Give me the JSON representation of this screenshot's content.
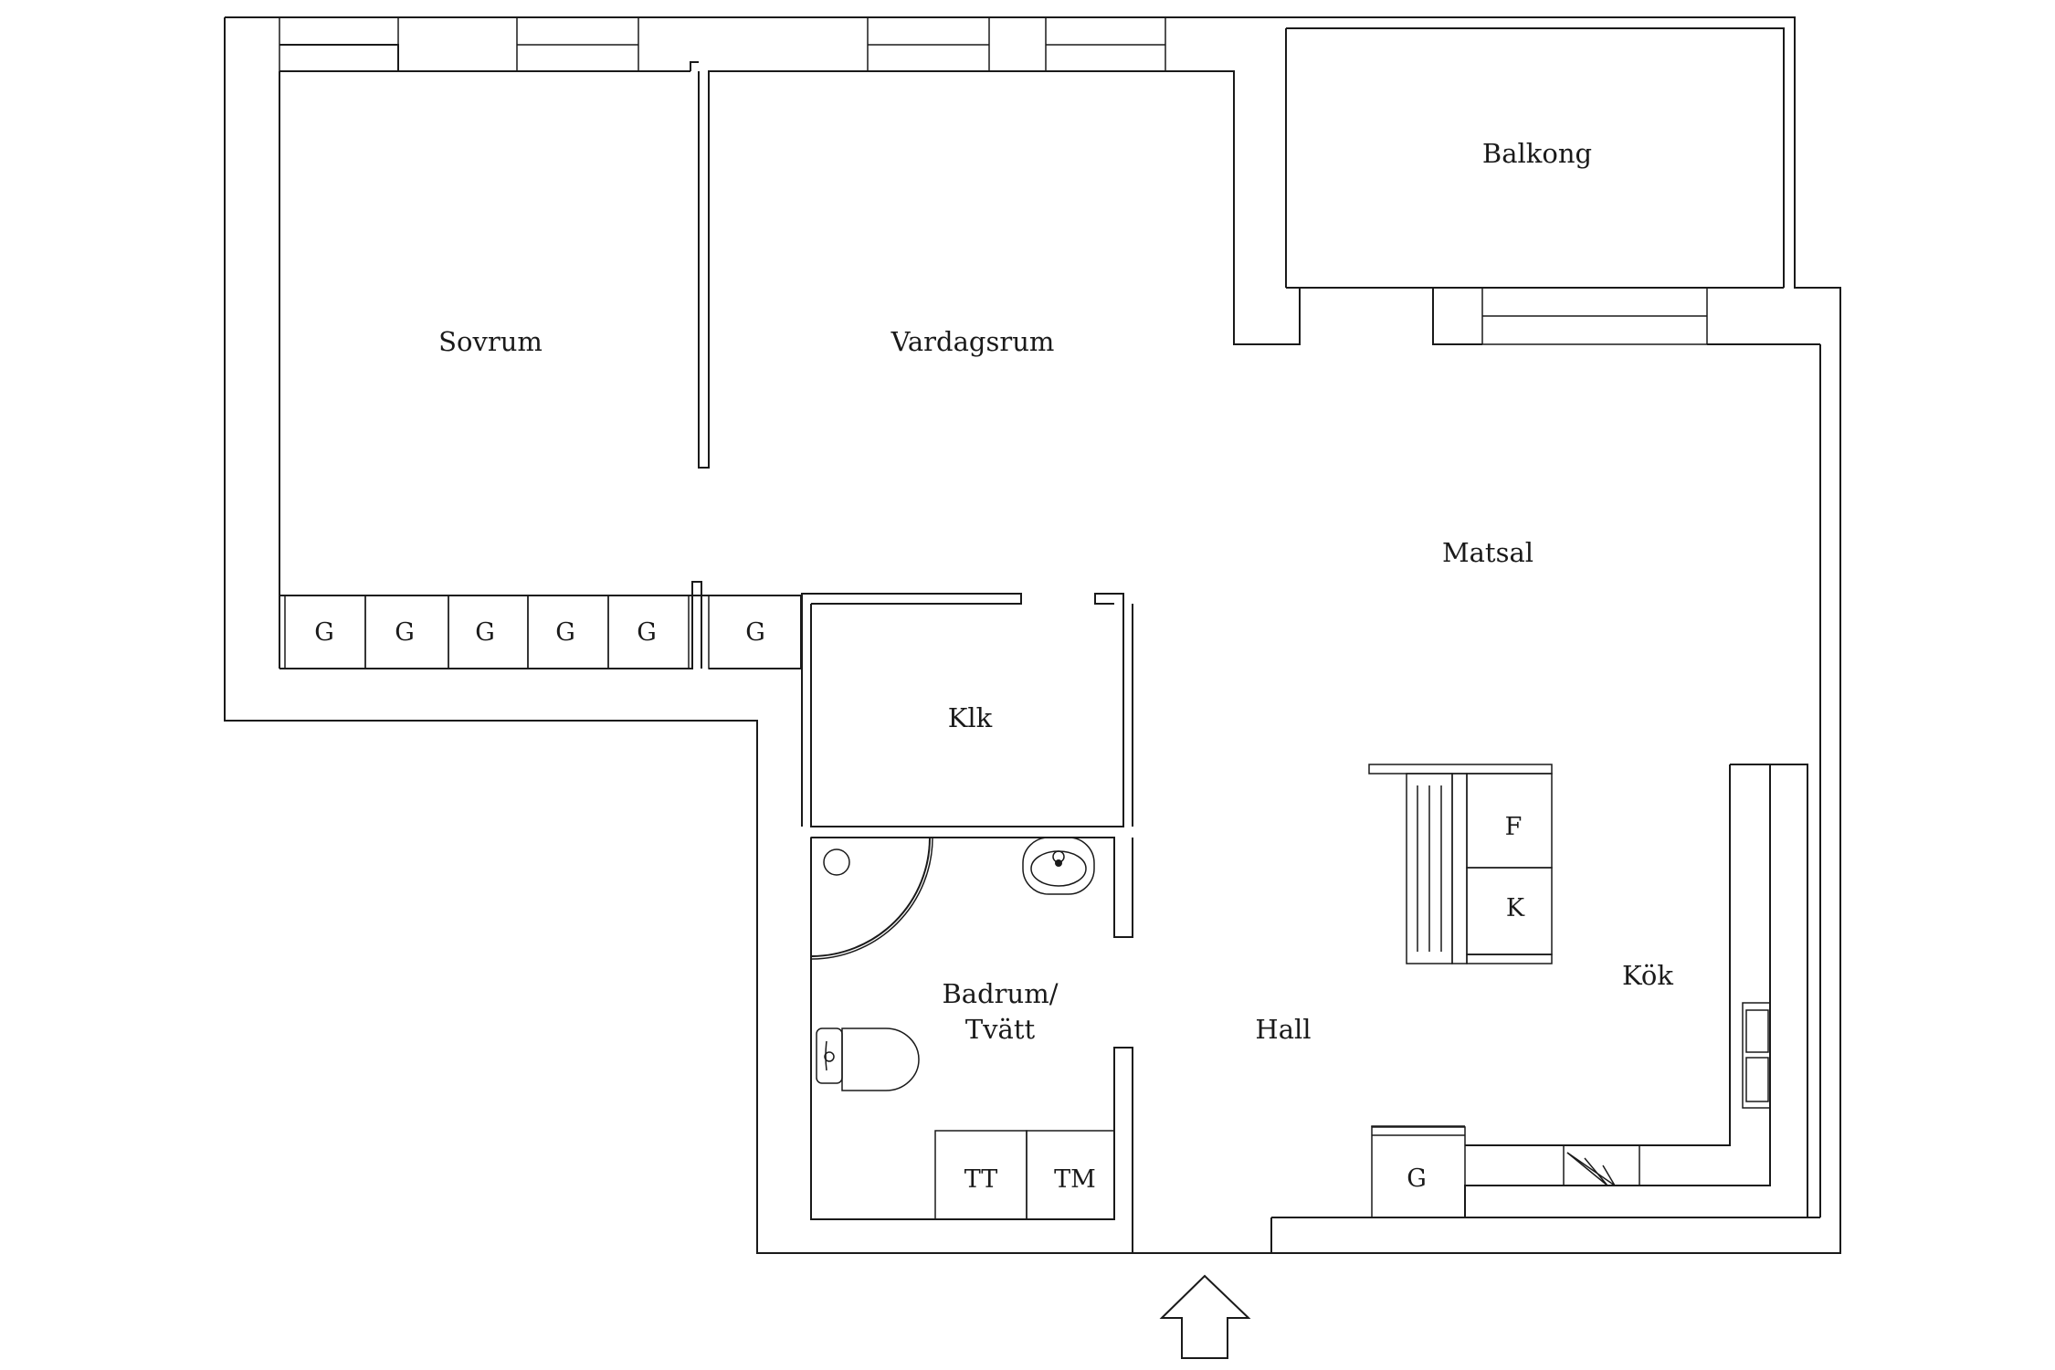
{
  "rooms": {
    "balcony": "Balkong",
    "bedroom": "Sovrum",
    "living_room": "Vardagsrum",
    "dining": "Matsal",
    "closet": "Klk",
    "bathroom_line1": "Badrum/",
    "bathroom_line2": "Tvätt",
    "hall": "Hall",
    "kitchen": "Kök"
  },
  "fixtures": {
    "wardrobe": "G",
    "fridge": "F",
    "freezer": "K",
    "dryer": "TT",
    "washer": "TM"
  },
  "icons": {
    "entrance": "arrow-up-icon",
    "toilet": "toilet-icon",
    "sink": "sink-icon",
    "shower": "shower-icon",
    "kitchen_sink": "kitchen-sink-icon",
    "stove": "stove-icon"
  }
}
